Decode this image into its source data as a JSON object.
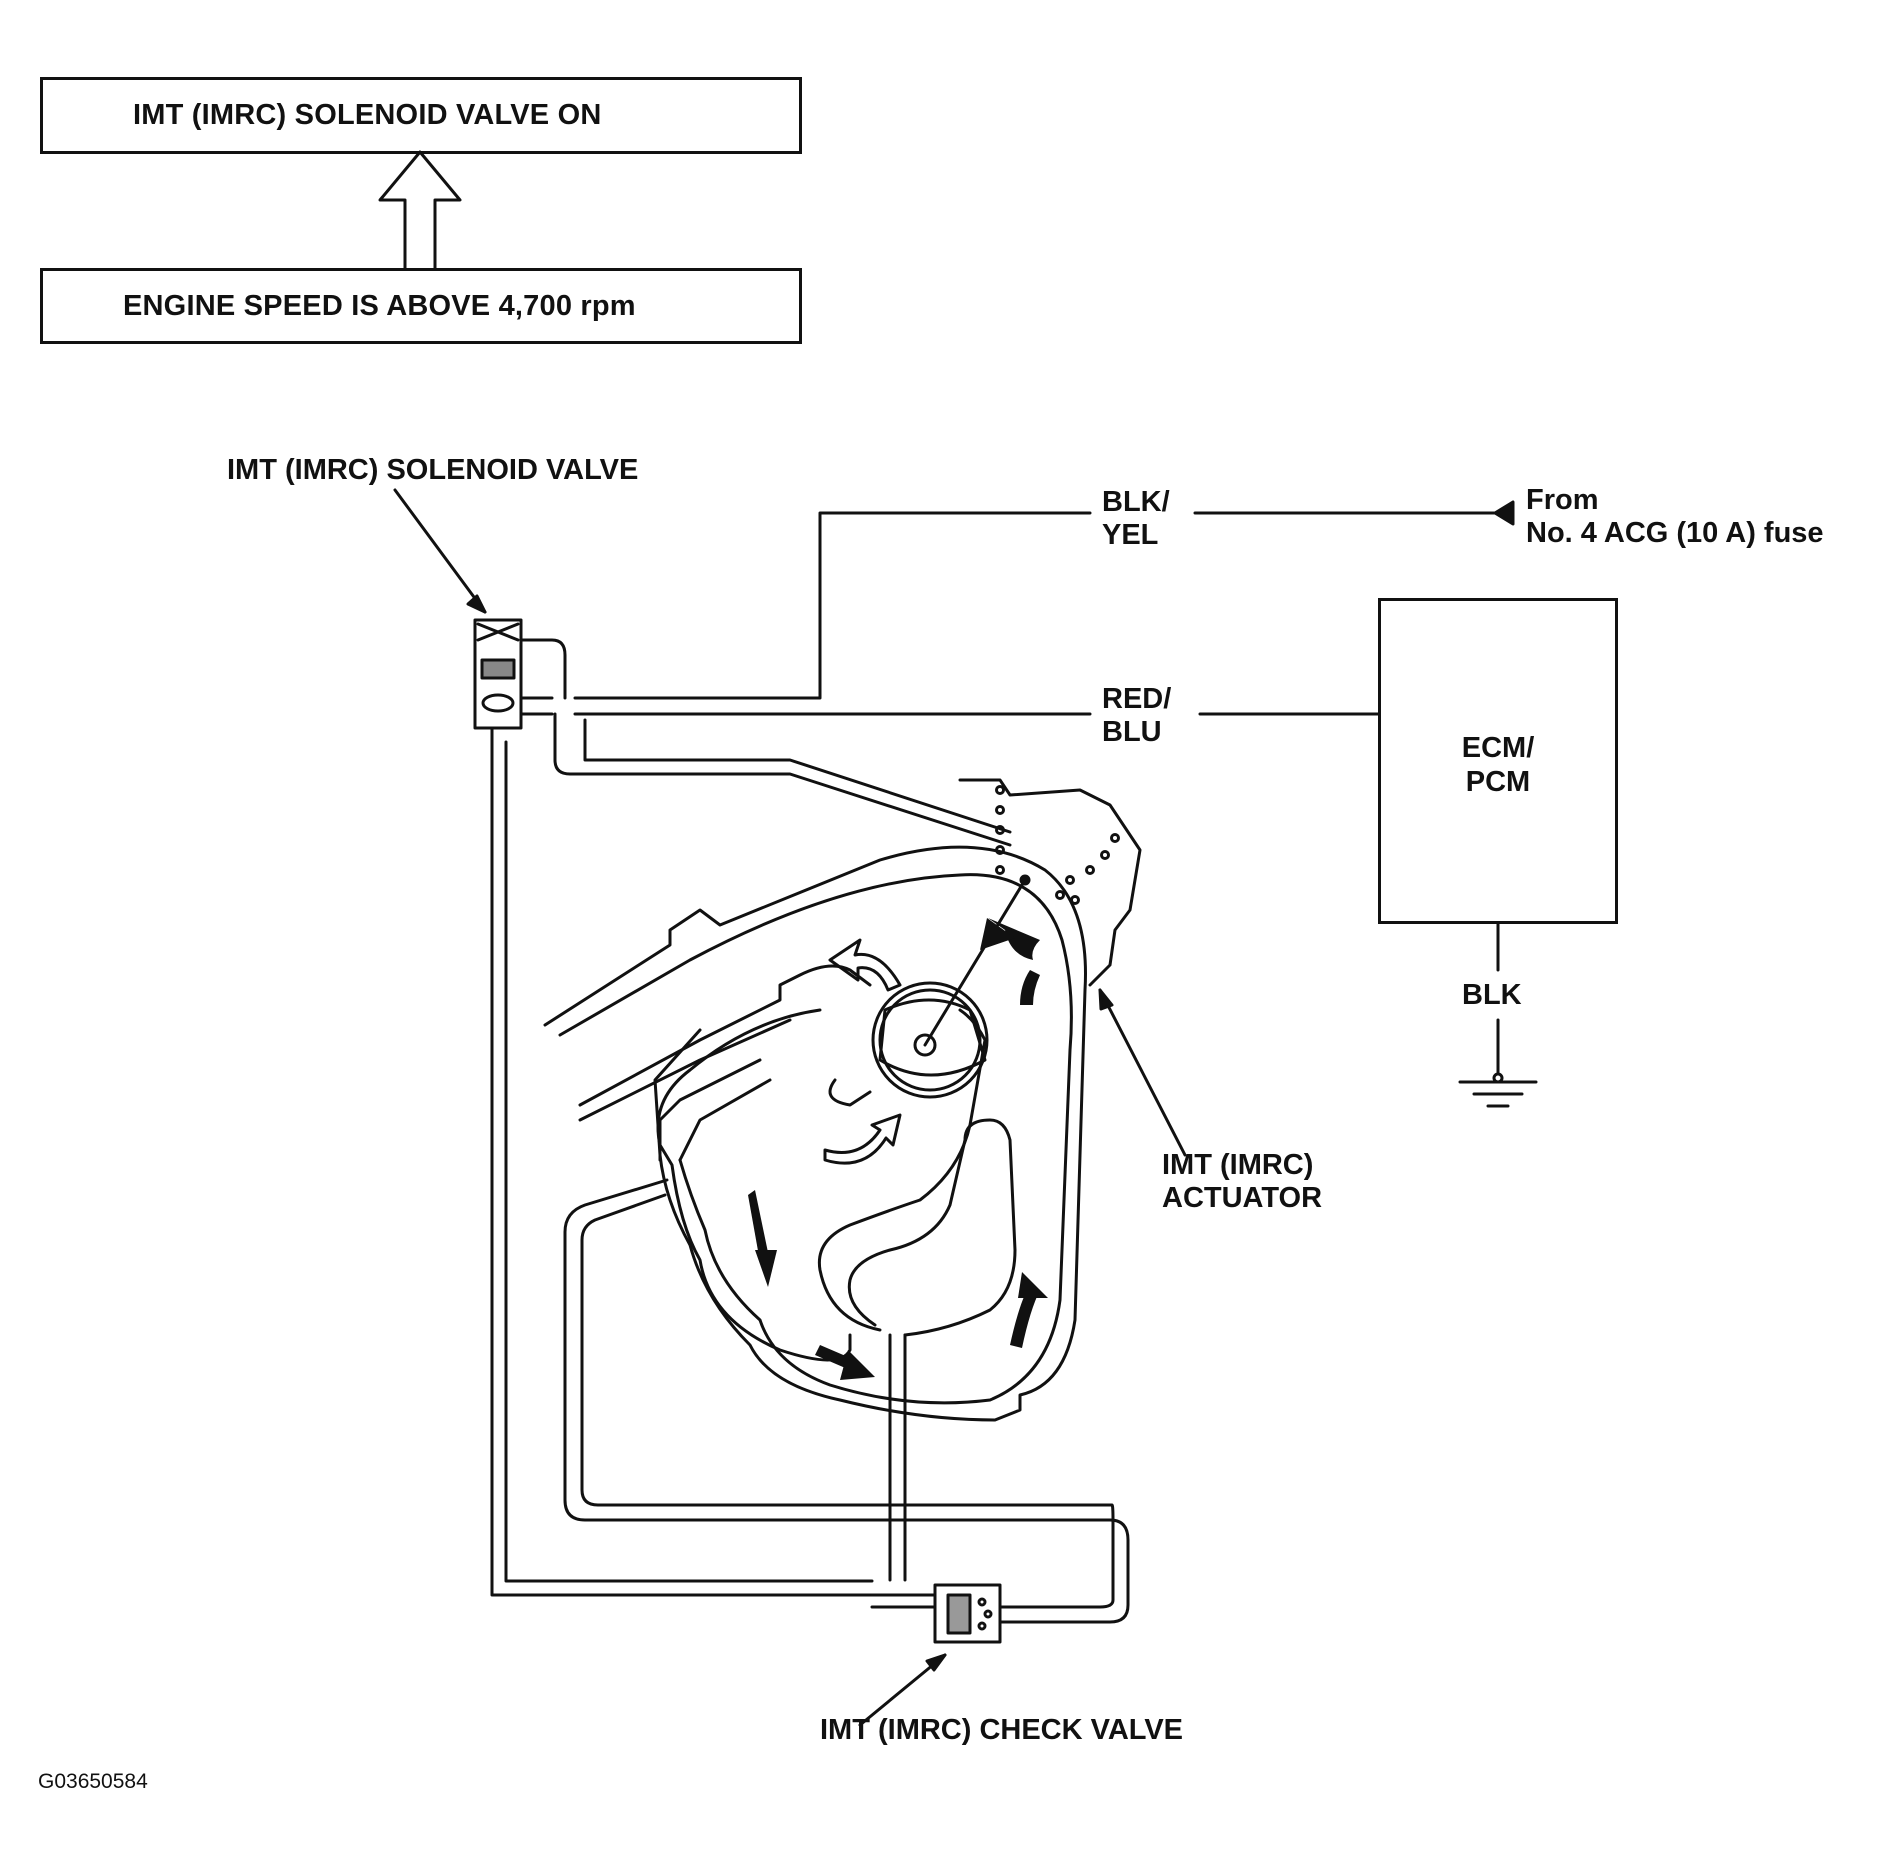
{
  "flow": {
    "result": "IMT (IMRC) SOLENOID VALVE ON",
    "condition": "ENGINE SPEED IS ABOVE 4,700 rpm"
  },
  "labels": {
    "solenoid_valve": "IMT (IMRC) SOLENOID VALVE",
    "wire_blk_yel_1": "BLK/",
    "wire_blk_yel_2": "YEL",
    "wire_red_blu_1": "RED/",
    "wire_red_blu_2": "BLU",
    "from_line_1": "From",
    "from_line_2": "No. 4 ACG (10 A) fuse",
    "ecm_1": "ECM/",
    "ecm_2": "PCM",
    "ground_wire": "BLK",
    "actuator_1": "IMT (IMRC)",
    "actuator_2": "ACTUATOR",
    "check_valve": "IMT (IMRC) CHECK VALVE"
  },
  "figure_id": "G03650584",
  "icons": [
    "up-arrow-icon",
    "ground-symbol-icon",
    "connector-arrow-icon"
  ],
  "colors": {
    "ink": "#111111",
    "background": "#ffffff"
  }
}
